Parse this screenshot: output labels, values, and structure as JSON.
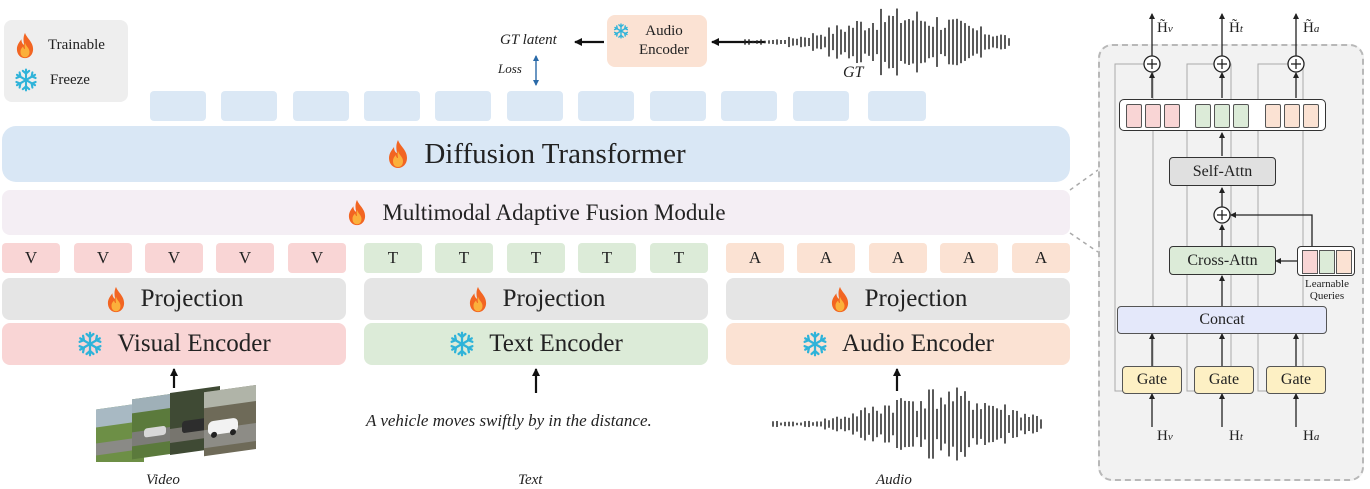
{
  "legend": {
    "trainable": "Trainable",
    "freeze": "Freeze"
  },
  "top": {
    "gt_latent": "GT latent",
    "loss": "Loss",
    "audio_encoder": [
      "Audio",
      "Encoder"
    ],
    "gt": "GT"
  },
  "main": {
    "diffusion": "Diffusion Transformer",
    "fusion": "Multimodal Adaptive Fusion Module",
    "tokens": {
      "visual": "V",
      "text": "T",
      "audio": "A"
    },
    "projection": "Projection",
    "visual_encoder": "Visual Encoder",
    "text_encoder": "Text Encoder",
    "audio_encoder": "Audio Encoder"
  },
  "inputs": {
    "text_sentence": "A vehicle moves swiftly by in the distance.",
    "video_label": "Video",
    "text_label": "Text",
    "audio_label": "Audio"
  },
  "panel": {
    "outputs": [
      "H̃",
      "H̃",
      "H̃"
    ],
    "output_subs": [
      "v",
      "t",
      "a"
    ],
    "self_attn": "Self-Attn",
    "cross_attn": "Cross-Attn",
    "learnable": [
      "Learnable",
      "Queries"
    ],
    "concat": "Concat",
    "gate": "Gate",
    "inputs": [
      "H",
      "H",
      "H"
    ],
    "input_subs": [
      "v",
      "t",
      "a"
    ]
  },
  "colors": {
    "visual": "#f9d5d5",
    "text": "#dcebd8",
    "audio": "#fbe2d3",
    "diffusion": "#d9e7f5",
    "fusion": "#f4eef4",
    "latent": "#dbe8f5",
    "concat": "#e4e8fa",
    "gate": "#fdf0c4",
    "attn": "#e0e0e0",
    "crossattn": "#dcebd8"
  },
  "icons": {
    "trainable": "fire-icon",
    "freeze": "snowflake-icon"
  }
}
